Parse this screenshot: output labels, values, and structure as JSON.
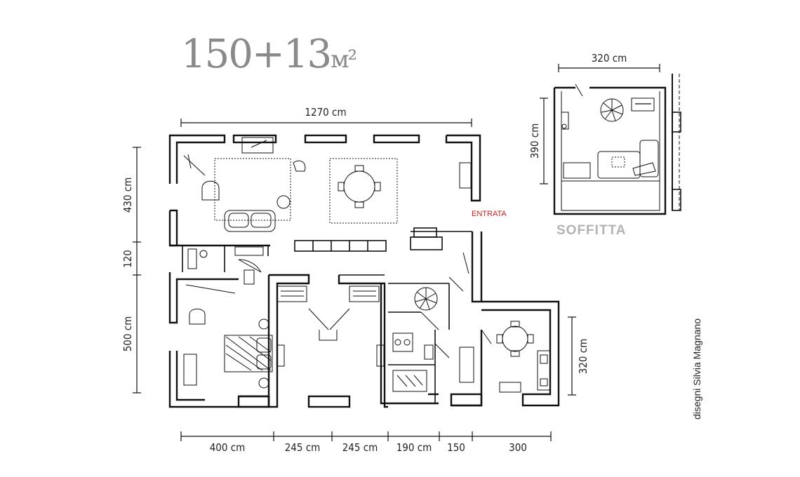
{
  "title": {
    "area": "150+13",
    "unit": "м²"
  },
  "labels": {
    "entrance": "ENTRATA",
    "attic": "SOFFITTA",
    "credit": "disegni Silvia Magnano"
  },
  "dimensions": {
    "top_width": "1270 cm",
    "left": [
      "430 cm",
      "120",
      "500 cm"
    ],
    "bottom": [
      "400 cm",
      "245 cm",
      "245 cm",
      "190 cm",
      "150",
      "300"
    ],
    "right_kitchen": "320 cm",
    "attic_width": "320 cm",
    "attic_height": "390 cm"
  }
}
